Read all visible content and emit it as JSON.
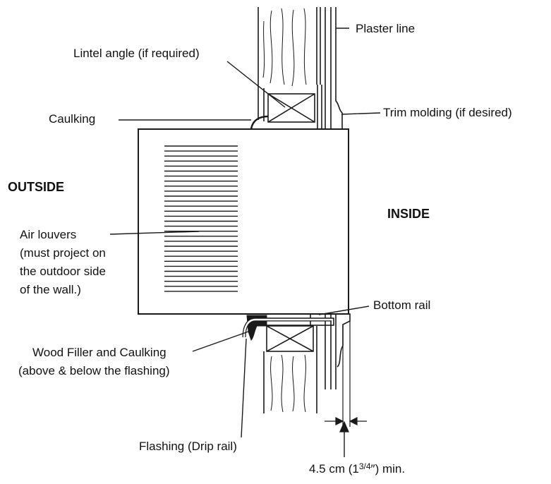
{
  "labels": {
    "plaster_line": "Plaster line",
    "lintel_angle": "Lintel angle (if required)",
    "caulking": "Caulking",
    "trim_molding": "Trim molding (if desired)",
    "outside": "OUTSIDE",
    "inside": "INSIDE",
    "air_louvers": [
      "Air louvers",
      "(must project on",
      "the outdoor side",
      "of the wall.)"
    ],
    "bottom_rail": "Bottom rail",
    "wood_filler": [
      "Wood Filler and Caulking",
      "(above & below the flashing)"
    ],
    "flashing": "Flashing (Drip rail)",
    "dimension_prefix": "4.5 cm (1",
    "dimension_sup": "3/4",
    "dimension_suffix": "″) min."
  },
  "colors": {
    "line": "#1a1a1a",
    "background": "#ffffff"
  }
}
